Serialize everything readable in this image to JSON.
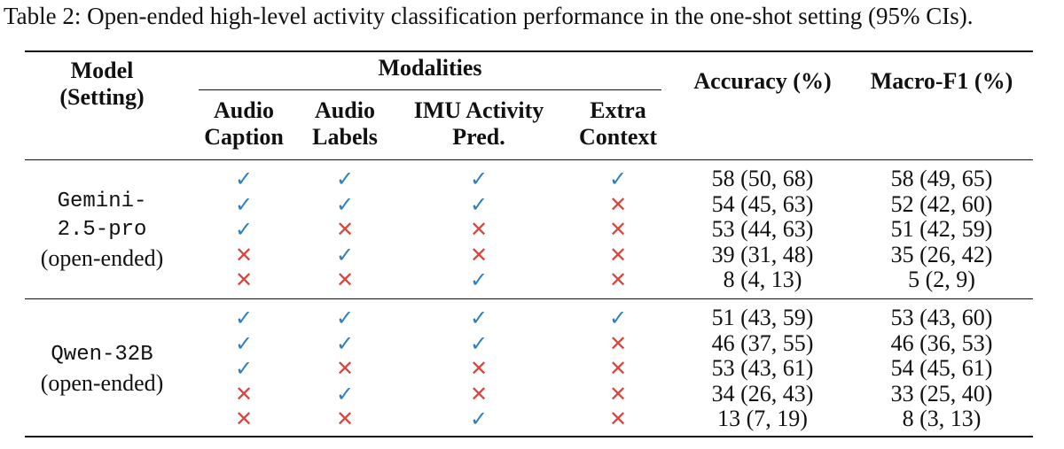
{
  "caption": "Table 2: Open-ended high-level activity classification performance in the one-shot setting (95% CIs).",
  "header": {
    "model_line1": "Model",
    "model_line2": "(Setting)",
    "modalities": "Modalities",
    "audio_caption_1": "Audio",
    "audio_caption_2": "Caption",
    "audio_labels_1": "Audio",
    "audio_labels_2": "Labels",
    "imu_1": "IMU Activity",
    "imu_2": "Pred.",
    "extra_1": "Extra",
    "extra_2": "Context",
    "accuracy": "Accuracy (%)",
    "macro_f1": "Macro-F1 (%)"
  },
  "symbols": {
    "check": "✓",
    "cross": "✕"
  },
  "colors": {
    "check": "#2f7fc1",
    "cross": "#d9463e"
  },
  "groups": [
    {
      "model_line1": "Gemini-",
      "model_line2": "2.5-pro",
      "setting": "(open-ended)",
      "rows": [
        {
          "audio_caption": true,
          "audio_labels": true,
          "imu": true,
          "extra": true,
          "accuracy": "58 (50, 68)",
          "macro_f1": "58 (49, 65)"
        },
        {
          "audio_caption": true,
          "audio_labels": true,
          "imu": true,
          "extra": false,
          "accuracy": "54 (45, 63)",
          "macro_f1": "52 (42, 60)"
        },
        {
          "audio_caption": true,
          "audio_labels": false,
          "imu": false,
          "extra": false,
          "accuracy": "53 (44, 63)",
          "macro_f1": "51 (42, 59)"
        },
        {
          "audio_caption": false,
          "audio_labels": true,
          "imu": false,
          "extra": false,
          "accuracy": "39 (31, 48)",
          "macro_f1": "35 (26, 42)"
        },
        {
          "audio_caption": false,
          "audio_labels": false,
          "imu": true,
          "extra": false,
          "accuracy": "8 (4, 13)",
          "macro_f1": "5 (2, 9)"
        }
      ]
    },
    {
      "model_line1": "Qwen-32B",
      "model_line2": "",
      "setting": "(open-ended)",
      "rows": [
        {
          "audio_caption": true,
          "audio_labels": true,
          "imu": true,
          "extra": true,
          "accuracy": "51 (43, 59)",
          "macro_f1": "53 (43, 60)"
        },
        {
          "audio_caption": true,
          "audio_labels": true,
          "imu": true,
          "extra": false,
          "accuracy": "46 (37, 55)",
          "macro_f1": "46 (36, 53)"
        },
        {
          "audio_caption": true,
          "audio_labels": false,
          "imu": false,
          "extra": false,
          "accuracy": "53 (43, 61)",
          "macro_f1": "54 (45, 61)"
        },
        {
          "audio_caption": false,
          "audio_labels": true,
          "imu": false,
          "extra": false,
          "accuracy": "34 (26, 43)",
          "macro_f1": "33 (25, 40)"
        },
        {
          "audio_caption": false,
          "audio_labels": false,
          "imu": true,
          "extra": false,
          "accuracy": "13 (7, 19)",
          "macro_f1": "8 (3, 13)"
        }
      ]
    }
  ]
}
